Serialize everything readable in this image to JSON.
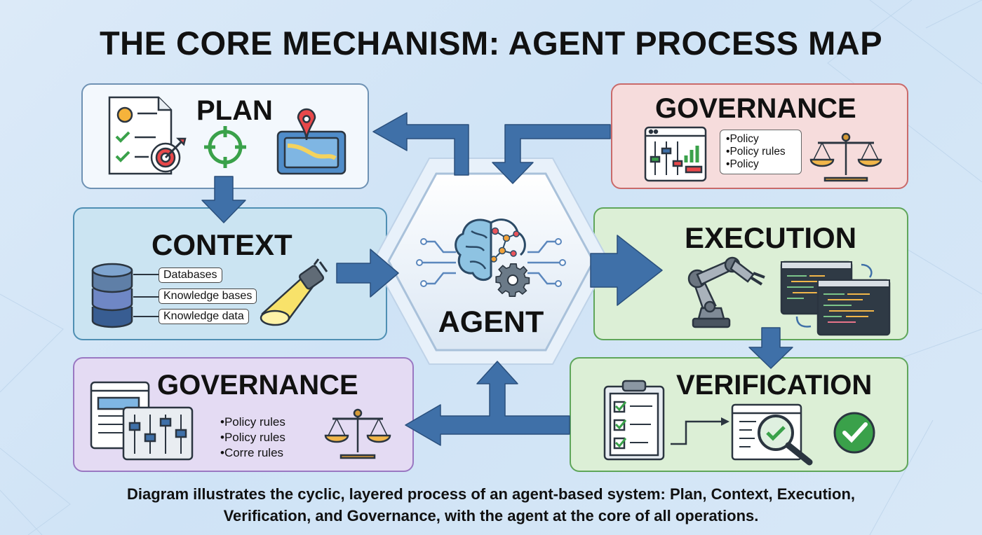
{
  "title": "THE CORE MECHANISM: AGENT PROCESS MAP",
  "center": {
    "label": "AGENT"
  },
  "panels": {
    "plan": {
      "heading": "PLAN"
    },
    "context": {
      "heading": "CONTEXT",
      "tags": [
        "Databases",
        "Knowledge bases",
        "Knowledge data"
      ]
    },
    "governance_top": {
      "heading": "GOVERNANCE",
      "items": [
        "Policy",
        "Policy rules",
        "Policy"
      ]
    },
    "execution": {
      "heading": "EXECUTION"
    },
    "verification": {
      "heading": "VERIFICATION"
    },
    "governance_bottom": {
      "heading": "GOVERNANCE",
      "items": [
        "Policy rules",
        "Policy rules",
        "Corre rules"
      ]
    }
  },
  "caption": {
    "line1": "Diagram illustrates the cyclic, layered process of an agent-based system: Plan, Context, Execution,",
    "line2": "Verification, and Governance, with the agent at the core of all operations."
  },
  "colors": {
    "arrow": "#3f70a8",
    "plan": "#f3f8fd",
    "context": "#cbe4f2",
    "governance_top": "#f6dcdc",
    "execution": "#dcefd6",
    "verification": "#dcefd6",
    "governance_bottom": "#e4dbf3"
  }
}
